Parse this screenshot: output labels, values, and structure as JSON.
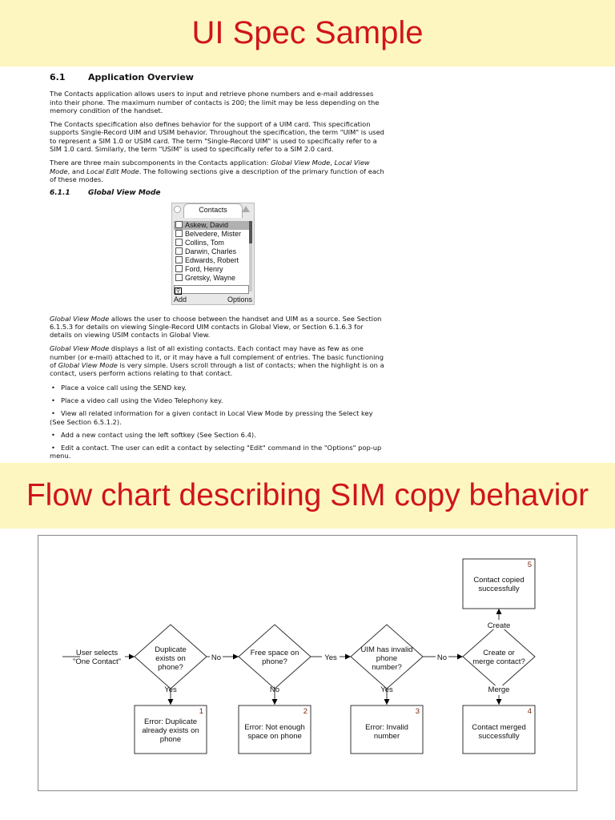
{
  "banner_top": "UI Spec Sample",
  "banner_flow": "Flow chart describing SIM copy behavior",
  "doc": {
    "section_num": "6.1",
    "section_title": "Application Overview",
    "p1": "The Contacts application allows users to input and retrieve phone numbers and e-mail addresses into their phone. The maximum number of contacts is 200; the limit may be less depending on the memory condition of the handset.",
    "p2": "The Contacts specification also defines behavior for the support of a UIM card. This specification supports Single-Record UIM and USIM behavior. Throughout the specification, the term \"UIM\" is used to represent a SIM 1.0 or USIM card. The term \"Single-Record UIM\" is used to specifically refer to a SIM 1.0 card. Similarly, the term \"USIM\" is used to specifically refer to a SIM 2.0 card.",
    "p3a": "There are three main subcomponents in the Contacts application: ",
    "p3b": "Global View Mode",
    "p3c": ", ",
    "p3d": "Local View Mode",
    "p3e": ", and ",
    "p3f": "Local Edit Mode",
    "p3g": ". The following sections give a description of the primary function of each of these modes.",
    "sub_num": "6.1.1",
    "sub_title": "Global View Mode",
    "p4a": "Global View Mode",
    "p4b": " allows the user to choose between the handset and UIM as a source. See Section 6.1.5.3 for details on viewing Single-Record UIM contacts in Global View, or Section 6.1.6.3 for details on viewing USIM contacts in Global View.",
    "p5a": "Global View Mode",
    "p5b": " displays a list of all existing contacts. Each contact may have as few as one number (or e-mail) attached to it, or it may have a full complement of entries. The basic functioning of ",
    "p5c": "Global View Mode",
    "p5d": " is very simple. Users scroll through a list of contacts; when the highlight is on a contact, users perform actions relating to that contact.",
    "bullets": [
      "Place a voice call using the SEND key.",
      "Place a video call using the Video Telephony key.",
      "View all related information for a given contact in Local View Mode by pressing the Select key (See Section 6.5.1.2).",
      "Add a new contact using the left softkey (See Section 6.4).",
      "Edit a contact. The user can edit a contact by selecting \"Edit\" command in the \"Options\" pop-up menu."
    ]
  },
  "phone": {
    "tab": "Contacts",
    "contacts": [
      "Askew, David",
      "Belvedere, Mister",
      "Collins, Tom",
      "Darwin, Charles",
      "Edwards, Robert",
      "Ford, Henry",
      "Gretsky, Wayne"
    ],
    "selected_index": 0,
    "left_softkey": "Add",
    "right_softkey": "Options"
  },
  "flow": {
    "start": [
      "User selects",
      "\"One Contact\""
    ],
    "d1": [
      "Duplicate",
      "exists on",
      "phone?"
    ],
    "d2": [
      "Free space on",
      "phone?"
    ],
    "d3": [
      "UIM has invalid",
      "phone",
      "number?"
    ],
    "d4": [
      "Create or",
      "merge contact?"
    ],
    "labels": {
      "d1_right": "No",
      "d1_down": "Yes",
      "d2_right": "Yes",
      "d2_down": "No",
      "d3_right": "No",
      "d3_down": "Yes",
      "d4_up": "Create",
      "d4_down": "Merge"
    },
    "boxes": [
      {
        "num": "1",
        "lines": [
          "Error: Duplicate",
          "already exists on",
          "phone"
        ]
      },
      {
        "num": "2",
        "lines": [
          "Error: Not enough",
          "space on phone"
        ]
      },
      {
        "num": "3",
        "lines": [
          "Error: Invalid",
          "number"
        ]
      },
      {
        "num": "4",
        "lines": [
          "Contact merged",
          "successfully"
        ]
      },
      {
        "num": "5",
        "lines": [
          "Contact copied",
          "successfully"
        ]
      }
    ]
  }
}
